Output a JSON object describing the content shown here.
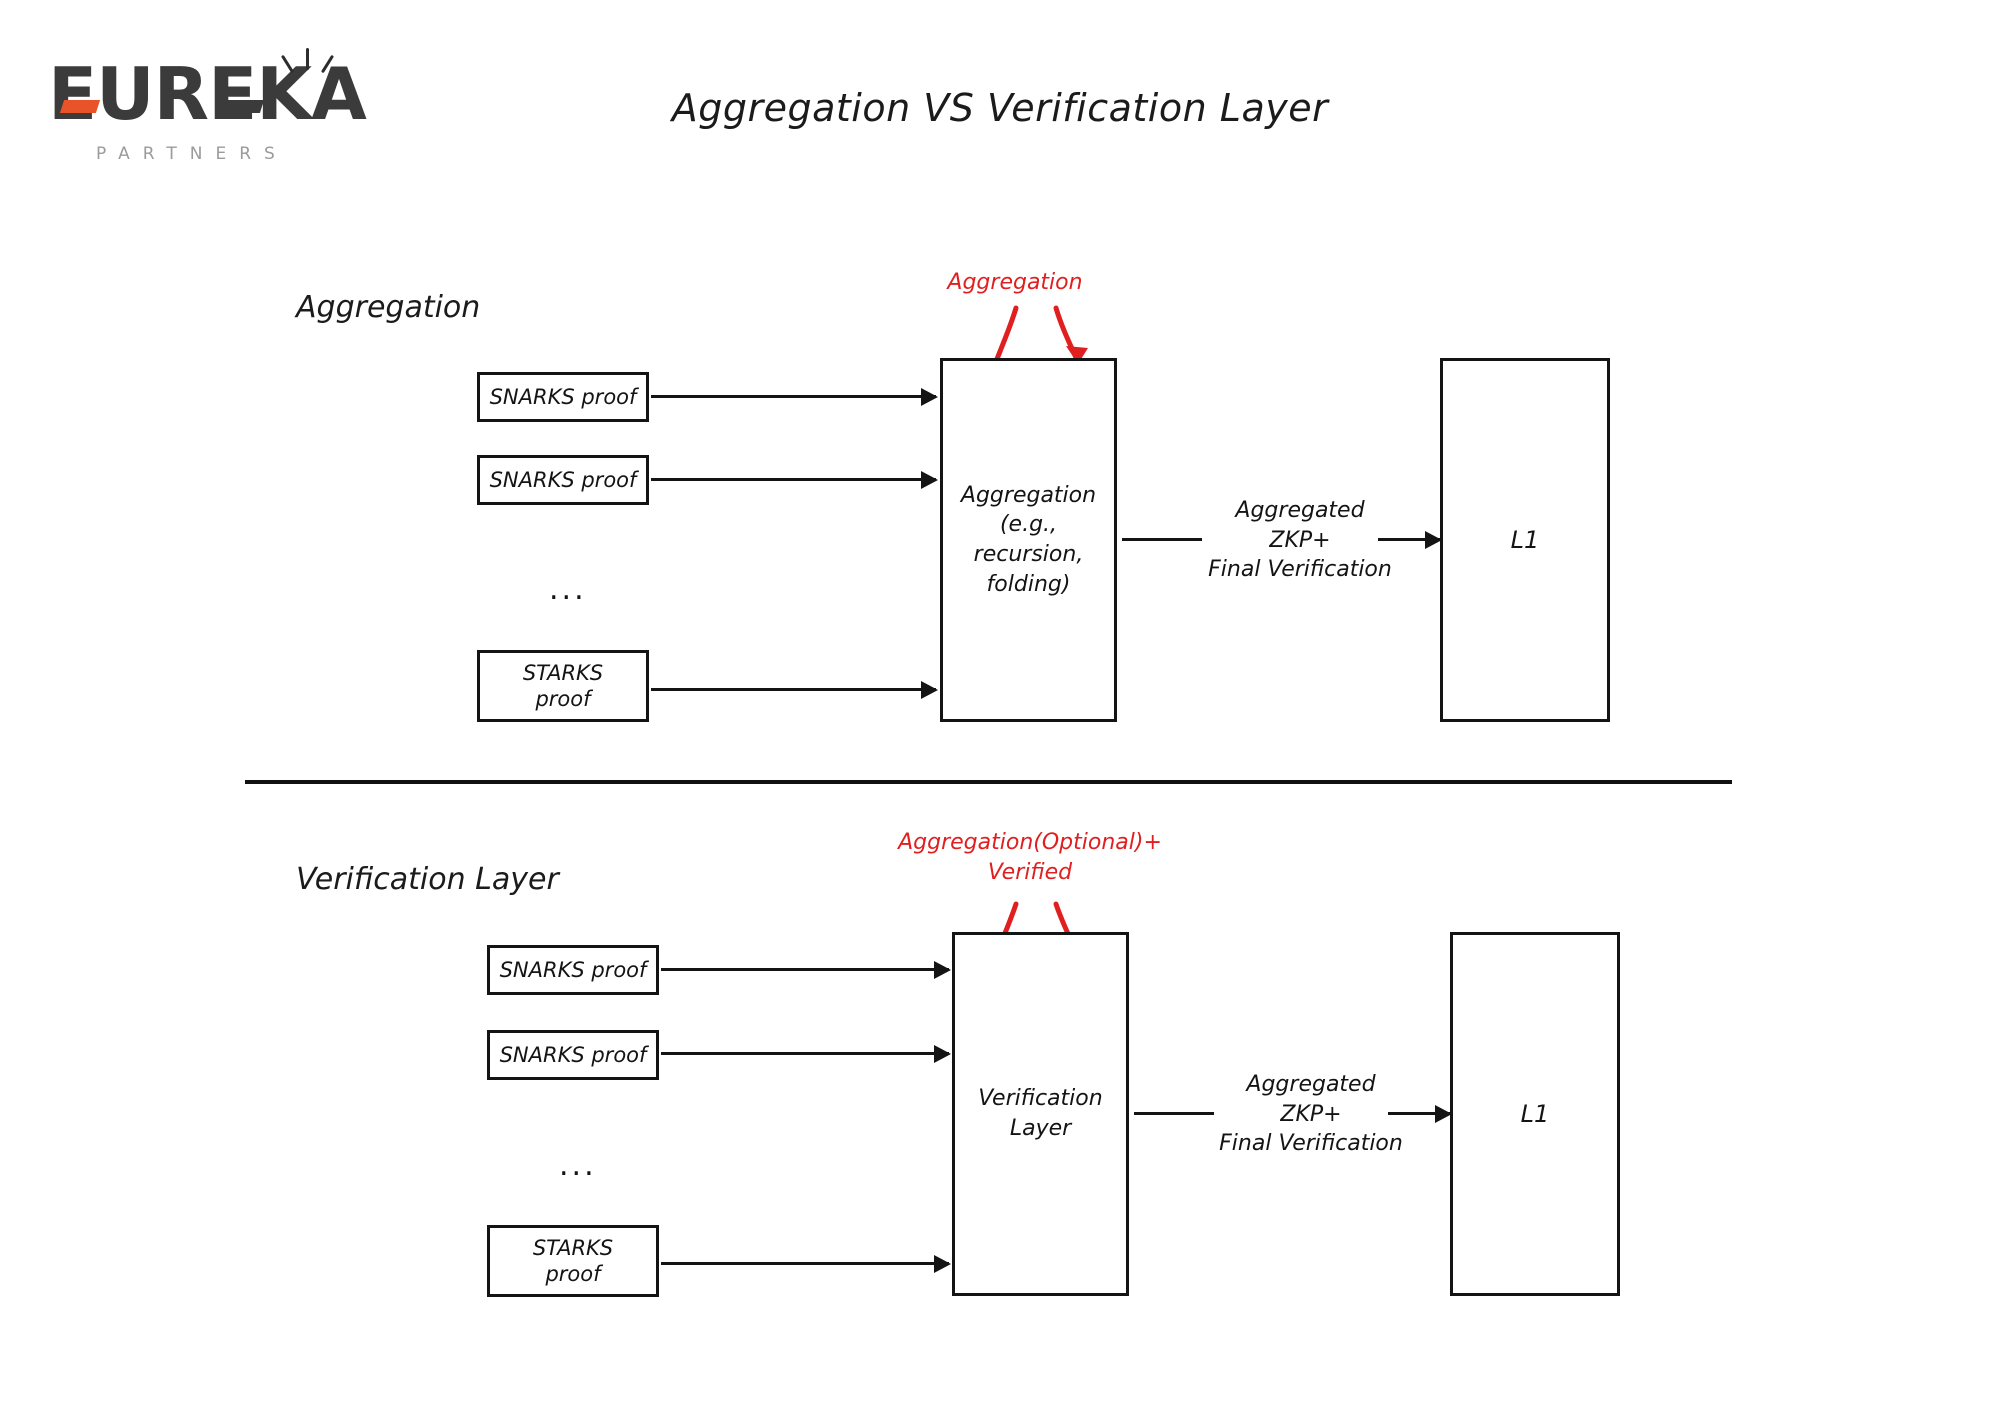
{
  "brand": {
    "name": "EUREKA",
    "tagline": "PARTNERS",
    "accent_color": "#e8532a",
    "text_color": "#3b3b3b"
  },
  "page": {
    "title": "Aggregation VS Verification Layer",
    "background": "#ffffff",
    "ink_color": "#141414",
    "annotation_color": "#e02020"
  },
  "sections": [
    {
      "id": "aggregation",
      "label": "Aggregation",
      "annotation": "Aggregation",
      "inputs": [
        {
          "label": "SNARKS proof"
        },
        {
          "label": "SNARKS proof"
        },
        {
          "label": "STARKS\nproof"
        }
      ],
      "ellipsis": "...",
      "process_box": "Aggregation\n(e.g.,\nrecursion,\nfolding)",
      "edge_label": "Aggregated\nZKP+\nFinal Verification",
      "output_box": "L1"
    },
    {
      "id": "verification-layer",
      "label": "Verification Layer",
      "annotation": "Aggregation(Optional)+\nVerified",
      "inputs": [
        {
          "label": "SNARKS proof"
        },
        {
          "label": "SNARKS proof"
        },
        {
          "label": "STARKS\nproof"
        }
      ],
      "ellipsis": "...",
      "process_box": "Verification\nLayer",
      "edge_label": "Aggregated\nZKP+\nFinal Verification",
      "output_box": "L1"
    }
  ],
  "icons": {
    "logo_diamond": "diamond-icon",
    "logo_spark": "spark-icon",
    "arrow": "arrow-right-icon",
    "red_arrow": "red-arrow-down-icon"
  }
}
